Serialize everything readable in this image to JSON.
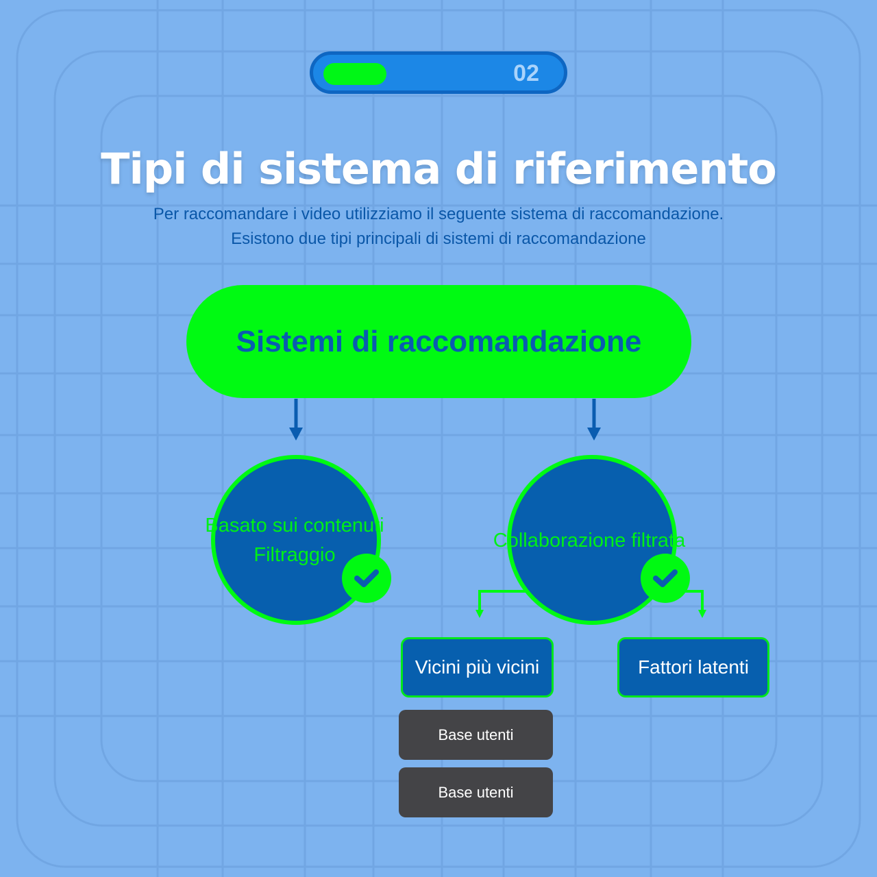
{
  "progress": {
    "step_label": "02",
    "fill_fraction": 0.25
  },
  "title": "Tipi di sistema di riferimento",
  "subtitle_lines": [
    "Per raccomandare i video utilizziamo il seguente sistema di raccomandazione.",
    "Esistono due tipi principali di sistemi di raccomandazione"
  ],
  "diagram": {
    "root": "Sistemi di raccomandazione",
    "branches": [
      {
        "label_lines": [
          "Basato sui contenuti",
          "Filtraggio"
        ],
        "icon": "check-icon"
      },
      {
        "label_lines": [
          "Collaborazione filtrata"
        ],
        "icon": "check-icon",
        "children": [
          "Vicini più vicini",
          "Fattori latenti"
        ]
      }
    ],
    "sub_items": [
      "Base utenti",
      "Base utenti"
    ]
  },
  "colors": {
    "background": "#7db3ef",
    "accent_green": "#00fa12",
    "dark_blue": "#075fae",
    "gray": "#444447"
  }
}
